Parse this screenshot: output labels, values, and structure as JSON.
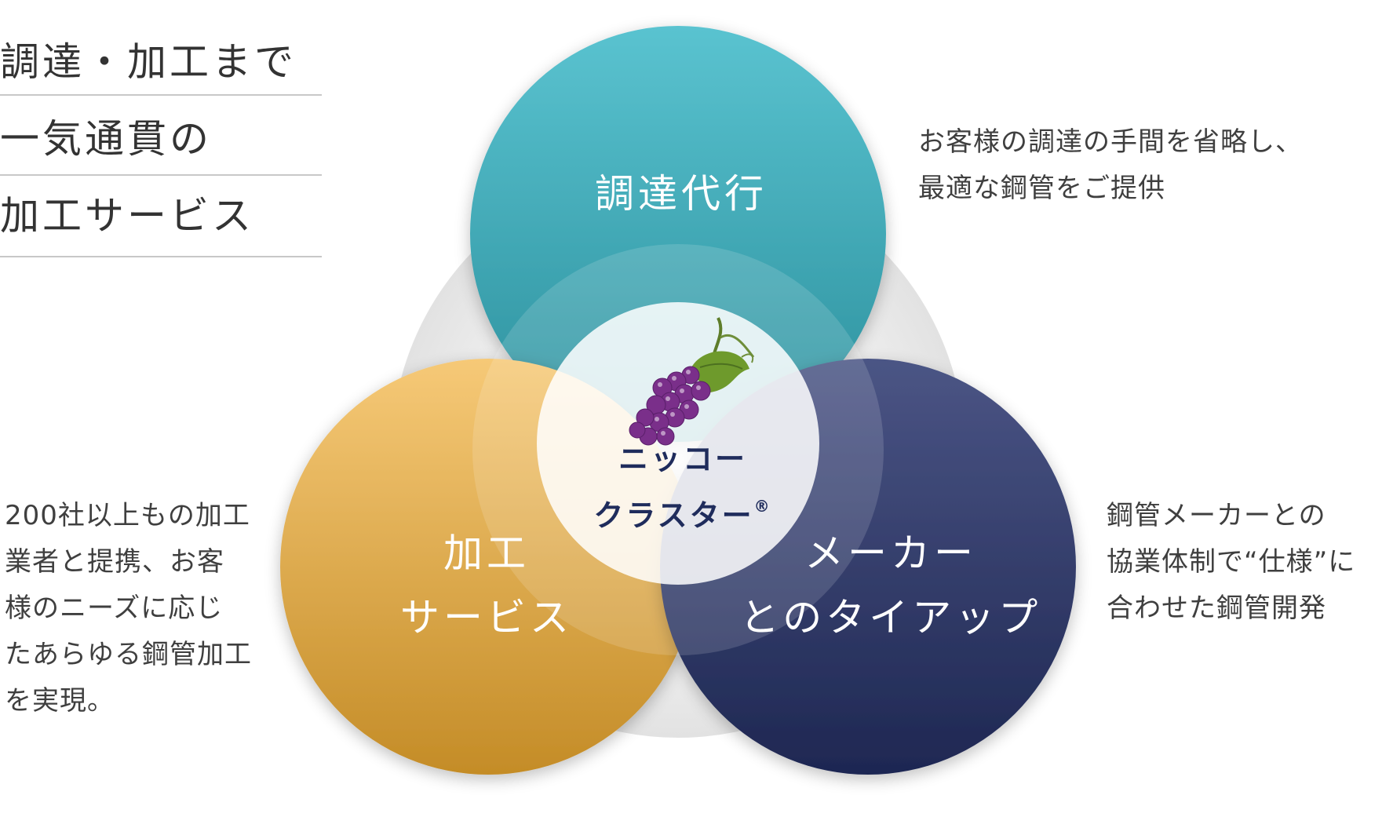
{
  "heading": {
    "lines": [
      "調達・加工まで",
      "一気通貫の",
      "加工サービス"
    ]
  },
  "circles": {
    "top": {
      "label": "調達代行",
      "color_top": "#5ac3d0",
      "color_bottom": "#2b8f9c"
    },
    "left": {
      "label_line1": "加工",
      "label_line2": "サービス",
      "color_top": "#f6c977",
      "color_bottom": "#c48c27"
    },
    "right": {
      "label_line1": "メーカー",
      "label_line2": "とのタイアップ",
      "color_top": "#4b5585",
      "color_bottom": "#1e2752"
    }
  },
  "center": {
    "line1": "ニッコー",
    "line2": "クラスター",
    "mark": "®",
    "icon": "grape-icon"
  },
  "descriptions": {
    "right_top": [
      "お客様の調達の手間を省略し、",
      "最適な鋼管をご提供"
    ],
    "left": [
      "200社以上もの加工",
      "業者と提携、お客",
      "様のニーズに応じ",
      "たあらゆる鋼管加工",
      "を実現。"
    ],
    "right_bottom": [
      "鋼管メーカーとの",
      "協業体制で“仕様”に",
      "合わせた鋼管開発"
    ]
  }
}
